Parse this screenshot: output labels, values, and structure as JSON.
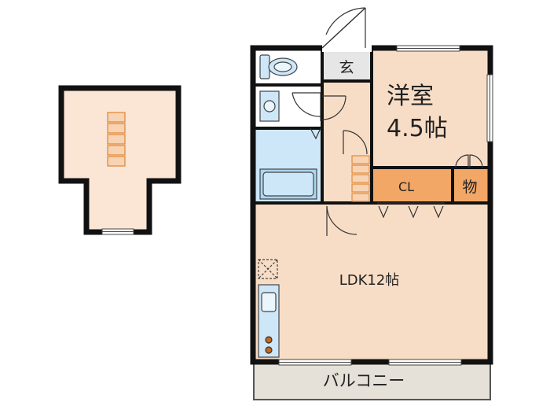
{
  "rooms": {
    "genkan": "玄",
    "western_room_name": "洋室",
    "western_room_size": "4.5帖",
    "closet": "CL",
    "storage": "物",
    "ldk": "LDK12帖",
    "balcony": "バルコニー"
  },
  "colors": {
    "room_fill": "#f8ddc6",
    "loft_fill": "#fbe6d6",
    "closet_fill": "#f2a766",
    "bath_fill": "#cde7f8",
    "genkan_fill": "#e6e6e6",
    "balcony_fill": "#e5e1d8",
    "wall": "#111111",
    "stair_outline": "#e08a3a"
  }
}
